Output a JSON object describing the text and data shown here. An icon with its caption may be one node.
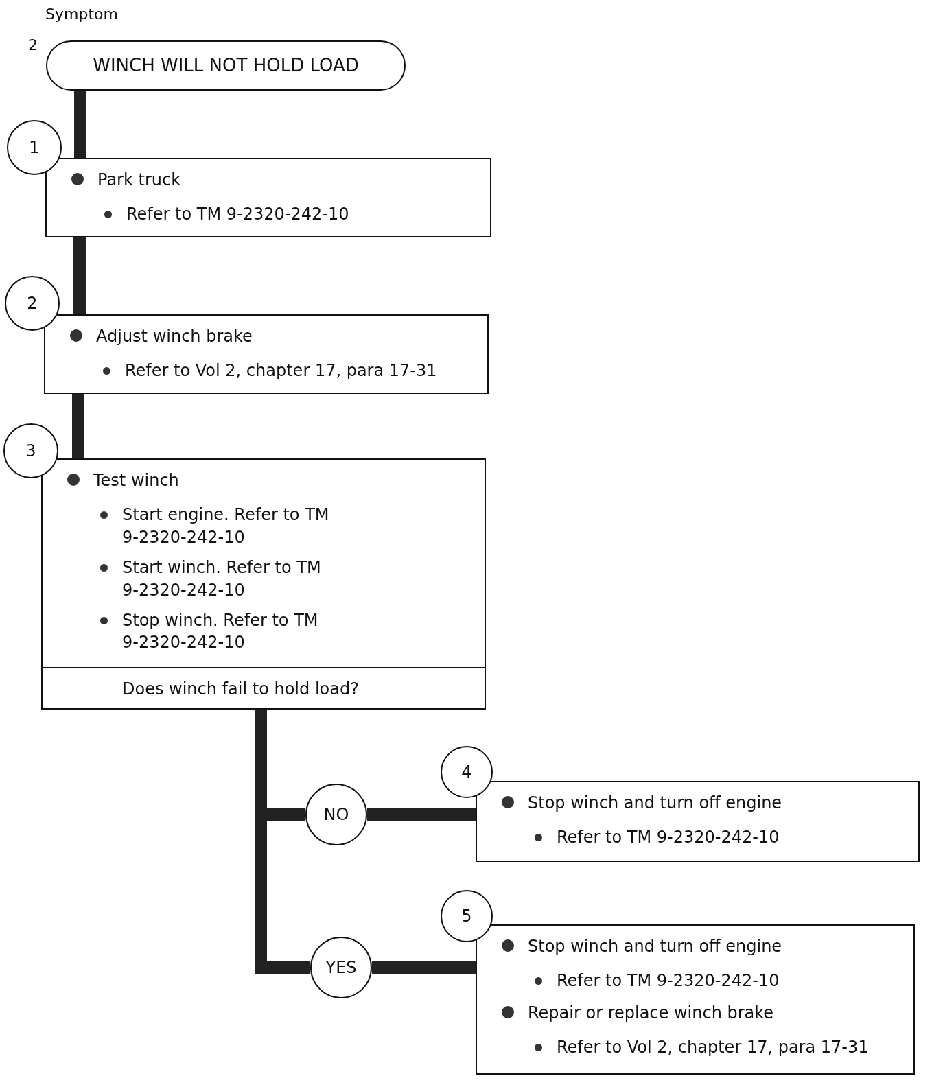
{
  "diagram": {
    "title": "Symptom",
    "nodes": [
      {
        "text": [
          "WINCH WILL NOT HOLD LOAD"
        ],
        "beside": [
          "2"
        ]
      },
      {
        "text": [
          "1"
        ]
      },
      {
        "text": [
          "Park truck",
          "Refer to TM 9-2320-242-10"
        ]
      },
      {
        "text": [
          "2"
        ]
      },
      {
        "text": [
          "Adjust winch brake",
          "Refer to Vol 2, chapter 17, para 17-31"
        ]
      },
      {
        "text": [
          "3"
        ]
      },
      {
        "text": [
          "Test winch",
          "Start engine. Refer to TM 9-2320-242-10",
          "Start winch. Refer to TM 9-2320-242-10",
          "Stop winch. Refer to TM 9-2320-242-10",
          "Does winch fail to hold load?"
        ]
      },
      {
        "text": [
          "NO"
        ]
      },
      {
        "text": [
          "YES"
        ]
      },
      {
        "text": [
          "4"
        ]
      },
      {
        "text": [
          "Stop winch and turn off engine",
          "Refer to TM 9-2320-242-10"
        ]
      },
      {
        "text": [
          "5"
        ]
      },
      {
        "text": [
          "Stop winch and turn off engine",
          "Refer to TM 9-2320-242-10",
          "Repair or replace winch brake",
          "Refer to Vol 2, chapter 17, para 17-31"
        ]
      }
    ],
    "edges": [
      {
        "from": 0,
        "to": 2,
        "arrow": "none"
      },
      {
        "from": 2,
        "to": 4,
        "arrow": "none"
      },
      {
        "from": 4,
        "to": 6,
        "arrow": "none"
      },
      {
        "from": 6,
        "to": 7,
        "arrow": "none"
      },
      {
        "from": 6,
        "to": 8,
        "arrow": "none"
      },
      {
        "from": 7,
        "to": 10,
        "arrow": "none"
      },
      {
        "from": 8,
        "to": 12,
        "arrow": "none"
      }
    ]
  }
}
